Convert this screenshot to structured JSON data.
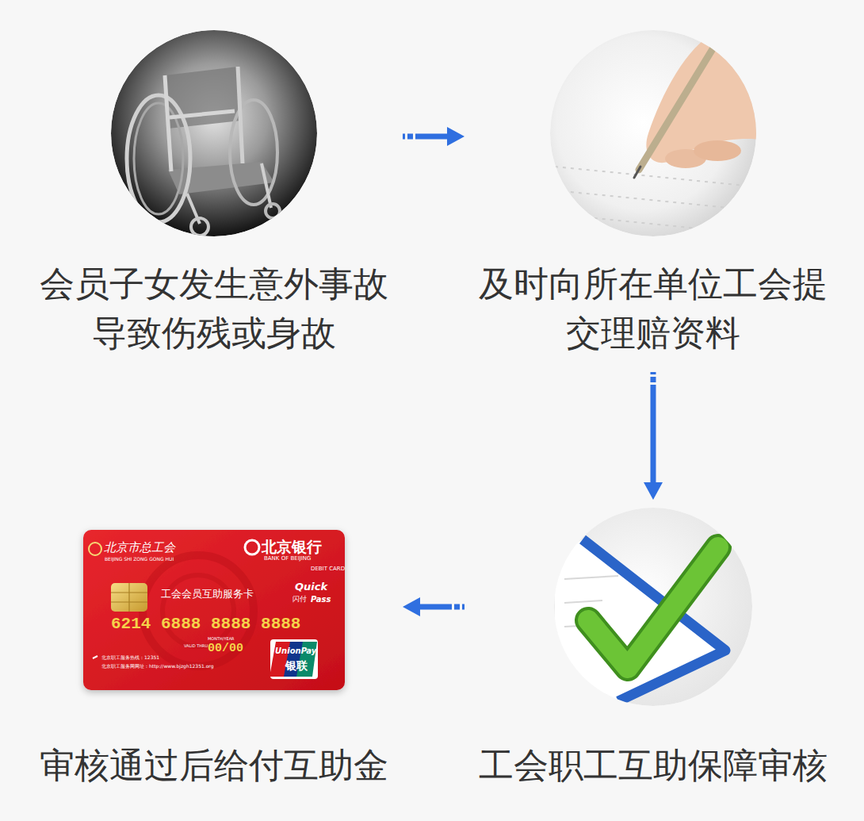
{
  "diagram": {
    "nodes": [
      {
        "text": [
          "会员子女发生意外事故 导致伤残或身故"
        ]
      },
      {
        "text": [
          "及时向所在单位工会提 交理赔资料"
        ]
      },
      {
        "text": [
          "工会职工互助保障审核"
        ]
      },
      {
        "text": [
          "审核通过后给付互助金"
        ]
      }
    ],
    "edges": [
      {
        "from": 0,
        "to": 1,
        "arrow": "to"
      },
      {
        "from": 1,
        "to": 2,
        "arrow": "to"
      },
      {
        "from": 2,
        "to": 3,
        "arrow": "to"
      }
    ],
    "labels": [
      "北京市总工会",
      "BEIJING SHI ZONG GONG HUI",
      "北京银行",
      "BANK OF BEIJING",
      "DEBIT CARD",
      "工会会员互助服务卡",
      "Quick",
      "闪付",
      "Pass",
      "6214 6888 8888 8888",
      "MONTH/YEAR",
      "VALID THRU",
      "00/00",
      "UnionPay",
      "银联",
      "北京职工服务热线：12351",
      "北京职工服务网网址：http://www.bjzgh12351.org"
    ]
  }
}
